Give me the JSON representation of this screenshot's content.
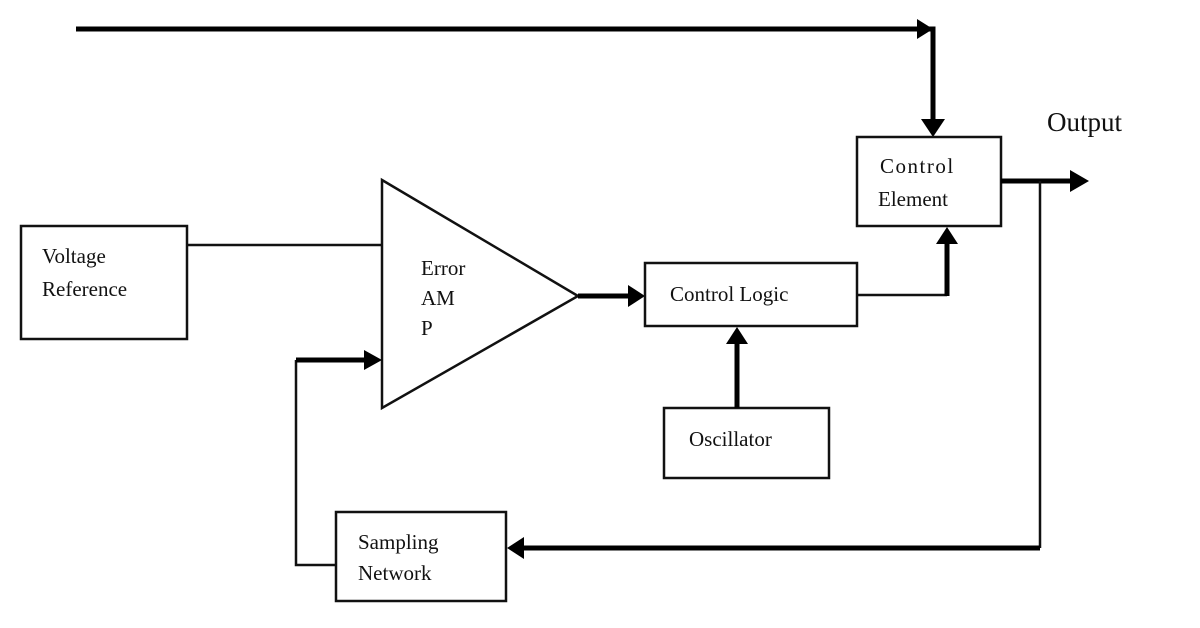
{
  "diagram": {
    "type": "block-diagram",
    "title": "",
    "blocks": {
      "voltage_reference": {
        "line1": "Voltage",
        "line2": "Reference"
      },
      "error_amp": {
        "line1": "Error",
        "line2": "AM",
        "line3": "P"
      },
      "control_logic": {
        "line1": "Control Logic"
      },
      "oscillator": {
        "line1": "Oscillator"
      },
      "control_element": {
        "line1": "Control",
        "line2": "Element"
      },
      "sampling_network": {
        "line1": "Sampling",
        "line2": "Network"
      }
    },
    "labels": {
      "output": "Output"
    },
    "connections": [
      {
        "from": "input",
        "to": "control_element"
      },
      {
        "from": "voltage_reference",
        "to": "error_amp"
      },
      {
        "from": "sampling_network",
        "to": "error_amp"
      },
      {
        "from": "error_amp",
        "to": "control_logic"
      },
      {
        "from": "oscillator",
        "to": "control_logic"
      },
      {
        "from": "control_logic",
        "to": "control_element"
      },
      {
        "from": "control_element",
        "to": "output"
      },
      {
        "from": "output",
        "to": "sampling_network"
      }
    ],
    "colors": {
      "stroke": "#111111",
      "background": "#ffffff"
    }
  }
}
